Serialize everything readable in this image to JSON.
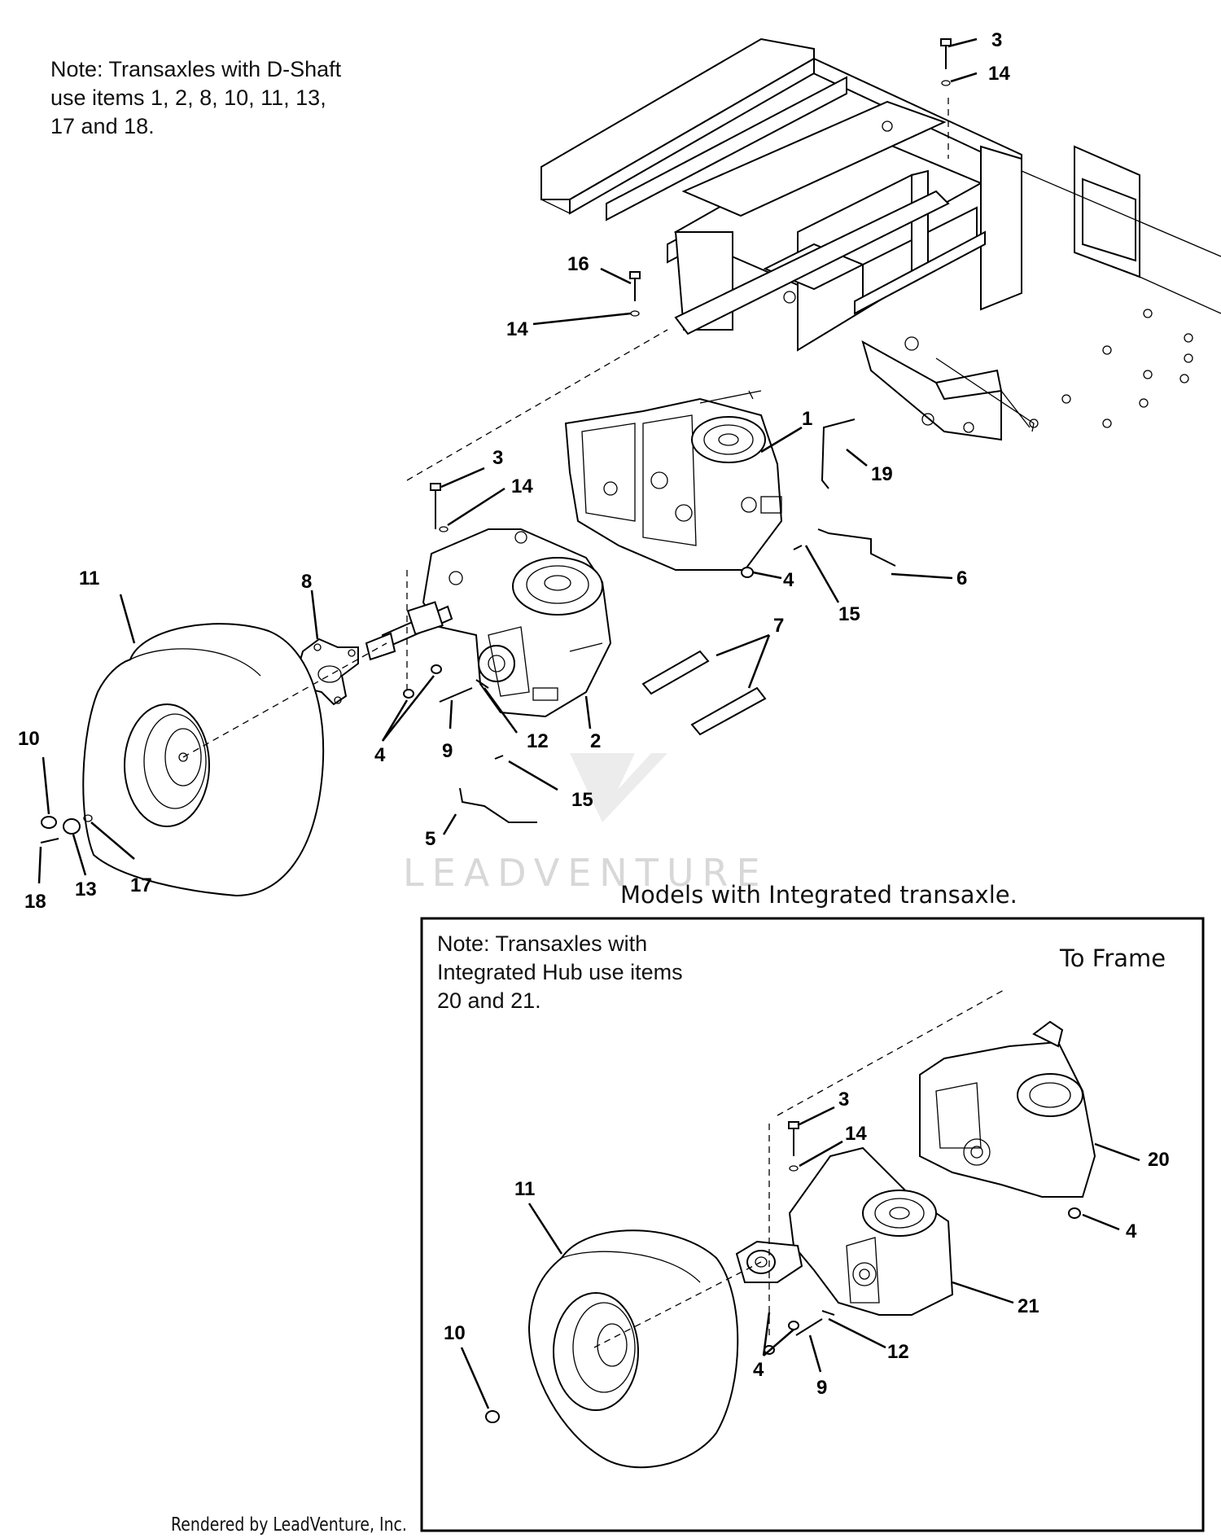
{
  "notes": {
    "dshaft": [
      "Note: Transaxles with D-Shaft",
      "use items 1, 2, 8, 10, 11, 13,",
      "17 and 18."
    ],
    "integrated_hub": [
      "Note: Transaxles with",
      "Integrated Hub use items",
      "20 and 21."
    ]
  },
  "inset_title": "Models with Integrated transaxle.",
  "to_frame_label": "To Frame",
  "watermark": "LEADVENTURE",
  "footer": "Rendered by LeadVenture, Inc.",
  "callouts": {
    "main": [
      "3",
      "14",
      "16",
      "14",
      "1",
      "19",
      "3",
      "14",
      "4",
      "6",
      "15",
      "7",
      "11",
      "8",
      "4",
      "9",
      "12",
      "2",
      "10",
      "15",
      "5",
      "18",
      "13",
      "17"
    ],
    "inset": [
      "3",
      "14",
      "20",
      "11",
      "4",
      "21",
      "10",
      "12",
      "4",
      "9"
    ]
  }
}
